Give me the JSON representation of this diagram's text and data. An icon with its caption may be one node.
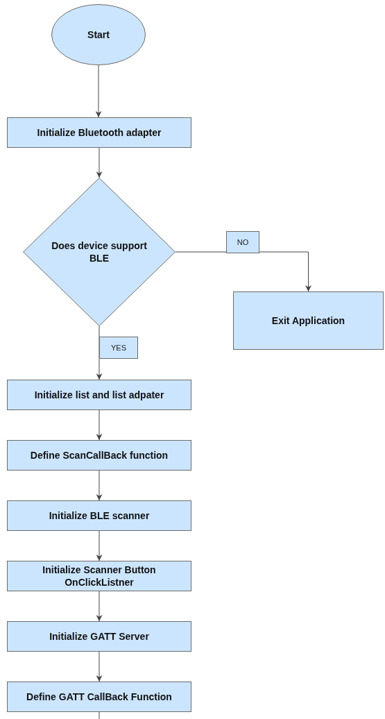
{
  "diagram": {
    "nodes": [
      {
        "text": [
          "Start"
        ]
      },
      {
        "text": [
          "Initialize Bluetooth adapter"
        ]
      },
      {
        "text": [
          "Does device support BLE"
        ]
      },
      {
        "text": [
          "Exit Application"
        ]
      },
      {
        "text": [
          "Initialize list and list adpater"
        ]
      },
      {
        "text": [
          "Define ScanCallBack function"
        ]
      },
      {
        "text": [
          "Initialize BLE scanner"
        ]
      },
      {
        "text": [
          "Initialize Scanner Button OnClickListner"
        ]
      },
      {
        "text": [
          "Initialize GATT Server"
        ]
      },
      {
        "text": [
          "Define GATT CallBack Function"
        ]
      }
    ],
    "edges": [
      {
        "from": 0,
        "to": 1,
        "arrow": "to"
      },
      {
        "from": 1,
        "to": 2,
        "arrow": "to"
      },
      {
        "from": 2,
        "to": 3,
        "arrow": "to",
        "label": "NO"
      },
      {
        "from": 2,
        "to": 4,
        "arrow": "to",
        "label": "YES"
      },
      {
        "from": 4,
        "to": 5,
        "arrow": "to"
      },
      {
        "from": 5,
        "to": 6,
        "arrow": "to"
      },
      {
        "from": 6,
        "to": 7,
        "arrow": "to"
      },
      {
        "from": 7,
        "to": 8,
        "arrow": "to"
      },
      {
        "from": 8,
        "to": 9,
        "arrow": "to"
      },
      {
        "from": 9,
        "to": null,
        "arrow": "none"
      }
    ]
  }
}
